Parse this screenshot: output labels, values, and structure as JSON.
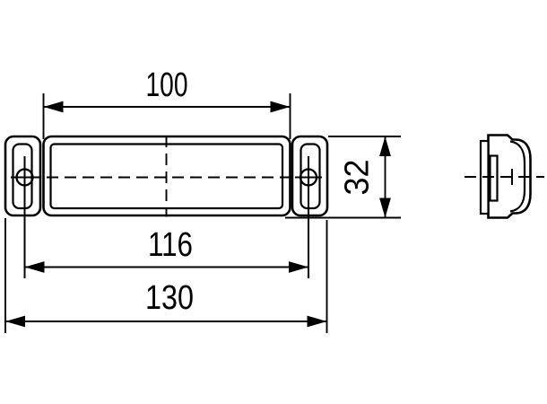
{
  "drawing": {
    "kind": "technical-dimension-drawing",
    "colors": {
      "background": "#ffffff",
      "line": "#000000"
    },
    "dimensions": {
      "body_width": "100",
      "hole_spacing": "116",
      "overall_width": "130",
      "height": "32"
    }
  }
}
